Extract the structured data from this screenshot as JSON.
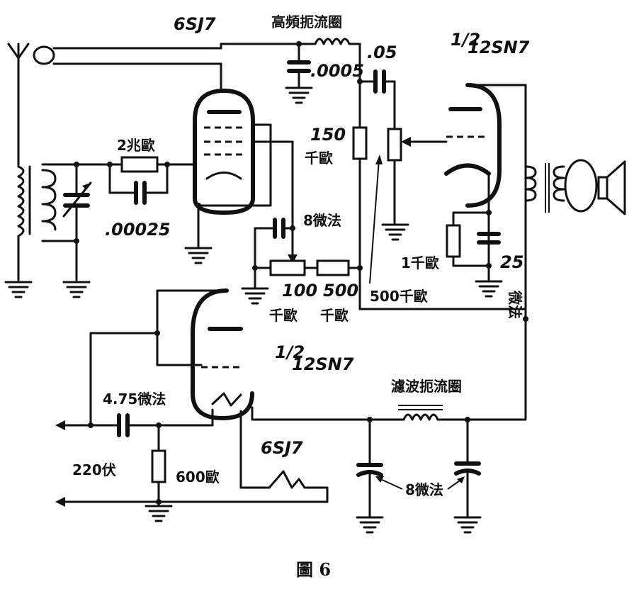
{
  "labels": {
    "tube_6sj7_top": "6SJ7",
    "rf_choke": "高頻扼流圈",
    "cap_05": ".05",
    "cap_0005": ".0005",
    "tube_12sn7_top_frac": "1/2",
    "tube_12sn7_top": "12SN7",
    "res_2meg": "2兆歐",
    "cap_00025": ".00025",
    "res_150k_val": "150",
    "res_150k_unit": "千歐",
    "cap_8uf": "8微法",
    "res_100k_val": "100",
    "res_100k_unit": "千歐",
    "res_500_val": "500",
    "res_500_unit": "千歐",
    "res_1k": "1千歐",
    "cap_25_val": "25",
    "cap_25_unit": "微法",
    "res_500k": "500千歐",
    "tube_12sn7_bot_frac": "1/2",
    "tube_12sn7_bot": "12SN7",
    "filter_choke": "濾波扼流圈",
    "cap_475": "4.75微法",
    "volt_220": "220伏",
    "res_600": "600歐",
    "heater_6sj7": "6SJ7",
    "cap_filter": "8微法",
    "caption": "圖 6"
  }
}
